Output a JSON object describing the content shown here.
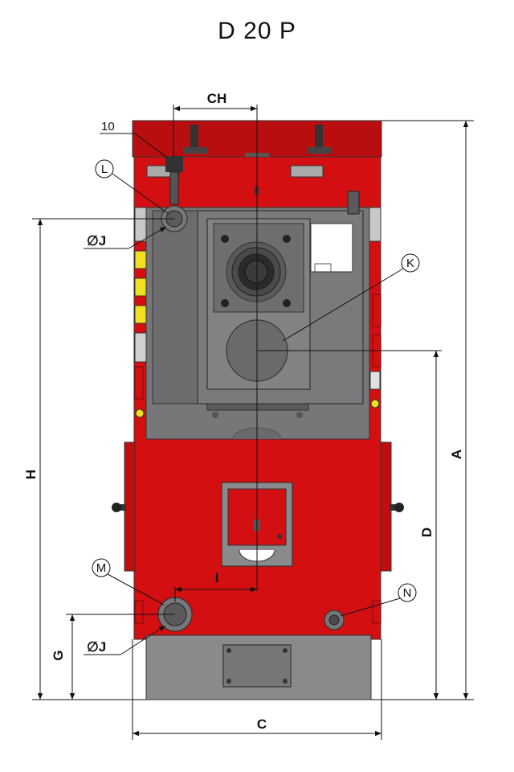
{
  "title": "D 20 P",
  "dimensions": {
    "ch": "CH",
    "a": "A",
    "d": "D",
    "h": "H",
    "g": "G",
    "c": "C",
    "i": "I",
    "j_top": "∅J",
    "j_bottom": "∅J"
  },
  "callouts": {
    "ten": "10",
    "l": "L",
    "k": "K",
    "m": "M",
    "n": "N"
  },
  "colors": {
    "body_red": "#d40f12",
    "dark_red": "#8a0a0c",
    "panel_gray": "#77777a",
    "door_gray": "#8a8a8c",
    "dark_gray": "#4a4a4c",
    "yellow": "#f0e020"
  }
}
